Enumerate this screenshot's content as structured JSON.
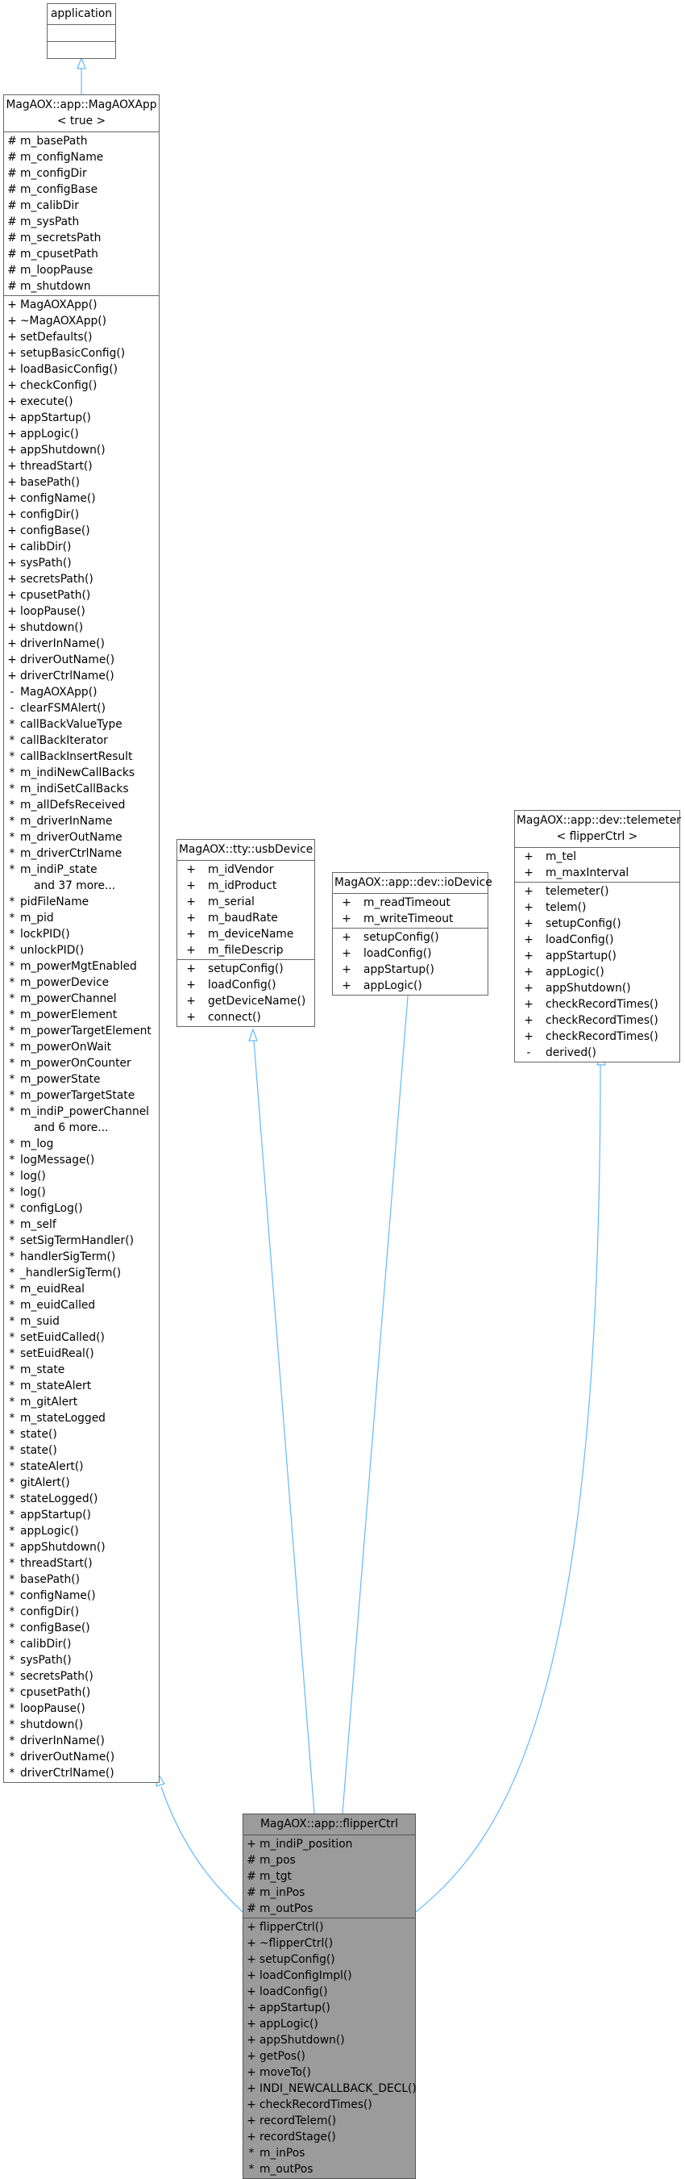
{
  "colors": {
    "edge": "#63b8ff",
    "border": "#666666",
    "focus_fill": "#9b9b9b"
  },
  "classes": {
    "application": {
      "title": [
        "application"
      ]
    },
    "magaoxapp": {
      "title": [
        "MagAOX::app::MagAOXApp",
        "< true >"
      ],
      "attributes": [
        {
          "v": "#",
          "n": "m_basePath"
        },
        {
          "v": "#",
          "n": "m_configName"
        },
        {
          "v": "#",
          "n": "m_configDir"
        },
        {
          "v": "#",
          "n": "m_configBase"
        },
        {
          "v": "#",
          "n": "m_calibDir"
        },
        {
          "v": "#",
          "n": "m_sysPath"
        },
        {
          "v": "#",
          "n": "m_secretsPath"
        },
        {
          "v": "#",
          "n": "m_cpusetPath"
        },
        {
          "v": "#",
          "n": "m_loopPause"
        },
        {
          "v": "#",
          "n": "m_shutdown"
        }
      ],
      "methods": [
        {
          "v": "+",
          "n": "MagAOXApp()"
        },
        {
          "v": "+",
          "n": "~MagAOXApp()"
        },
        {
          "v": "+",
          "n": "setDefaults()"
        },
        {
          "v": "+",
          "n": "setupBasicConfig()"
        },
        {
          "v": "+",
          "n": "loadBasicConfig()"
        },
        {
          "v": "+",
          "n": "checkConfig()"
        },
        {
          "v": "+",
          "n": "execute()"
        },
        {
          "v": "+",
          "n": "appStartup()"
        },
        {
          "v": "+",
          "n": "appLogic()"
        },
        {
          "v": "+",
          "n": "appShutdown()"
        },
        {
          "v": "+",
          "n": "threadStart()"
        },
        {
          "v": "+",
          "n": "basePath()"
        },
        {
          "v": "+",
          "n": "configName()"
        },
        {
          "v": "+",
          "n": "configDir()"
        },
        {
          "v": "+",
          "n": "configBase()"
        },
        {
          "v": "+",
          "n": "calibDir()"
        },
        {
          "v": "+",
          "n": "sysPath()"
        },
        {
          "v": "+",
          "n": "secretsPath()"
        },
        {
          "v": "+",
          "n": "cpusetPath()"
        },
        {
          "v": "+",
          "n": "loopPause()"
        },
        {
          "v": "+",
          "n": "shutdown()"
        },
        {
          "v": "+",
          "n": "driverInName()"
        },
        {
          "v": "+",
          "n": "driverOutName()"
        },
        {
          "v": "+",
          "n": "driverCtrlName()"
        },
        {
          "v": "-",
          "n": "MagAOXApp()"
        },
        {
          "v": "-",
          "n": "clearFSMAlert()"
        },
        {
          "v": "*",
          "n": "callBackValueType"
        },
        {
          "v": "*",
          "n": "callBackIterator"
        },
        {
          "v": "*",
          "n": "callBackInsertResult"
        },
        {
          "v": "*",
          "n": "m_indiNewCallBacks"
        },
        {
          "v": "*",
          "n": "m_indiSetCallBacks"
        },
        {
          "v": "*",
          "n": "m_allDefsReceived"
        },
        {
          "v": "*",
          "n": "m_driverInName"
        },
        {
          "v": "*",
          "n": "m_driverOutName"
        },
        {
          "v": "*",
          "n": "m_driverCtrlName"
        },
        {
          "v": "*",
          "n": "m_indiP_state"
        },
        {
          "v": "",
          "n": "and 37 more...",
          "more": true
        },
        {
          "v": "*",
          "n": "pidFileName"
        },
        {
          "v": "*",
          "n": "m_pid"
        },
        {
          "v": "*",
          "n": "lockPID()"
        },
        {
          "v": "*",
          "n": "unlockPID()"
        },
        {
          "v": "*",
          "n": "m_powerMgtEnabled"
        },
        {
          "v": "*",
          "n": "m_powerDevice"
        },
        {
          "v": "*",
          "n": "m_powerChannel"
        },
        {
          "v": "*",
          "n": "m_powerElement"
        },
        {
          "v": "*",
          "n": "m_powerTargetElement"
        },
        {
          "v": "*",
          "n": "m_powerOnWait"
        },
        {
          "v": "*",
          "n": "m_powerOnCounter"
        },
        {
          "v": "*",
          "n": "m_powerState"
        },
        {
          "v": "*",
          "n": "m_powerTargetState"
        },
        {
          "v": "*",
          "n": "m_indiP_powerChannel"
        },
        {
          "v": "",
          "n": "and 6 more...",
          "more": true
        },
        {
          "v": "*",
          "n": "m_log"
        },
        {
          "v": "*",
          "n": "logMessage()"
        },
        {
          "v": "*",
          "n": "log()"
        },
        {
          "v": "*",
          "n": "log()"
        },
        {
          "v": "*",
          "n": "configLog()"
        },
        {
          "v": "*",
          "n": "m_self"
        },
        {
          "v": "*",
          "n": "setSigTermHandler()"
        },
        {
          "v": "*",
          "n": "handlerSigTerm()"
        },
        {
          "v": "*",
          "n": "_handlerSigTerm()"
        },
        {
          "v": "*",
          "n": "m_euidReal"
        },
        {
          "v": "*",
          "n": "m_euidCalled"
        },
        {
          "v": "*",
          "n": "m_suid"
        },
        {
          "v": "*",
          "n": "setEuidCalled()"
        },
        {
          "v": "*",
          "n": "setEuidReal()"
        },
        {
          "v": "*",
          "n": "m_state"
        },
        {
          "v": "*",
          "n": "m_stateAlert"
        },
        {
          "v": "*",
          "n": "m_gitAlert"
        },
        {
          "v": "*",
          "n": "m_stateLogged"
        },
        {
          "v": "*",
          "n": "state()"
        },
        {
          "v": "*",
          "n": "state()"
        },
        {
          "v": "*",
          "n": "stateAlert()"
        },
        {
          "v": "*",
          "n": "gitAlert()"
        },
        {
          "v": "*",
          "n": "stateLogged()"
        },
        {
          "v": "*",
          "n": "appStartup()"
        },
        {
          "v": "*",
          "n": "appLogic()"
        },
        {
          "v": "*",
          "n": "appShutdown()"
        },
        {
          "v": "*",
          "n": "threadStart()"
        },
        {
          "v": "*",
          "n": "basePath()"
        },
        {
          "v": "*",
          "n": "configName()"
        },
        {
          "v": "*",
          "n": "configDir()"
        },
        {
          "v": "*",
          "n": "configBase()"
        },
        {
          "v": "*",
          "n": "calibDir()"
        },
        {
          "v": "*",
          "n": "sysPath()"
        },
        {
          "v": "*",
          "n": "secretsPath()"
        },
        {
          "v": "*",
          "n": "cpusetPath()"
        },
        {
          "v": "*",
          "n": "loopPause()"
        },
        {
          "v": "*",
          "n": "shutdown()"
        },
        {
          "v": "*",
          "n": "driverInName()"
        },
        {
          "v": "*",
          "n": "driverOutName()"
        },
        {
          "v": "*",
          "n": "driverCtrlName()"
        }
      ]
    },
    "usbdevice": {
      "title": [
        "MagAOX::tty::usbDevice"
      ],
      "attributes": [
        {
          "v": "+",
          "n": "m_idVendor"
        },
        {
          "v": "+",
          "n": "m_idProduct"
        },
        {
          "v": "+",
          "n": "m_serial"
        },
        {
          "v": "+",
          "n": "m_baudRate"
        },
        {
          "v": "+",
          "n": "m_deviceName"
        },
        {
          "v": "+",
          "n": "m_fileDescrip"
        }
      ],
      "methods": [
        {
          "v": "+",
          "n": "setupConfig()"
        },
        {
          "v": "+",
          "n": "loadConfig()"
        },
        {
          "v": "+",
          "n": "getDeviceName()"
        },
        {
          "v": "+",
          "n": "connect()"
        }
      ]
    },
    "iodevice": {
      "title": [
        "MagAOX::app::dev::ioDevice"
      ],
      "attributes": [
        {
          "v": "+",
          "n": "m_readTimeout"
        },
        {
          "v": "+",
          "n": "m_writeTimeout"
        }
      ],
      "methods": [
        {
          "v": "+",
          "n": "setupConfig()"
        },
        {
          "v": "+",
          "n": "loadConfig()"
        },
        {
          "v": "+",
          "n": "appStartup()"
        },
        {
          "v": "+",
          "n": "appLogic()"
        }
      ]
    },
    "telemeter": {
      "title": [
        "MagAOX::app::dev::telemeter",
        "< flipperCtrl >"
      ],
      "attributes": [
        {
          "v": "+",
          "n": "m_tel"
        },
        {
          "v": "+",
          "n": "m_maxInterval"
        }
      ],
      "methods": [
        {
          "v": "+",
          "n": "telemeter()"
        },
        {
          "v": "+",
          "n": "telem()"
        },
        {
          "v": "+",
          "n": "setupConfig()"
        },
        {
          "v": "+",
          "n": "loadConfig()"
        },
        {
          "v": "+",
          "n": "appStartup()"
        },
        {
          "v": "+",
          "n": "appLogic()"
        },
        {
          "v": "+",
          "n": "appShutdown()"
        },
        {
          "v": "+",
          "n": "checkRecordTimes()"
        },
        {
          "v": "+",
          "n": "checkRecordTimes()"
        },
        {
          "v": "+",
          "n": "checkRecordTimes()"
        },
        {
          "v": "-",
          "n": "derived()"
        }
      ]
    },
    "flipperctrl": {
      "title": [
        "MagAOX::app::flipperCtrl"
      ],
      "attributes": [
        {
          "v": "+",
          "n": "m_indiP_position"
        },
        {
          "v": "#",
          "n": "m_pos"
        },
        {
          "v": "#",
          "n": "m_tgt"
        },
        {
          "v": "#",
          "n": "m_inPos"
        },
        {
          "v": "#",
          "n": "m_outPos"
        }
      ],
      "methods": [
        {
          "v": "+",
          "n": "flipperCtrl()"
        },
        {
          "v": "+",
          "n": "~flipperCtrl()"
        },
        {
          "v": "+",
          "n": "setupConfig()"
        },
        {
          "v": "+",
          "n": "loadConfigImpl()"
        },
        {
          "v": "+",
          "n": "loadConfig()"
        },
        {
          "v": "+",
          "n": "appStartup()"
        },
        {
          "v": "+",
          "n": "appLogic()"
        },
        {
          "v": "+",
          "n": "appShutdown()"
        },
        {
          "v": "+",
          "n": "getPos()"
        },
        {
          "v": "+",
          "n": "moveTo()"
        },
        {
          "v": "+",
          "n": "INDI_NEWCALLBACK_DECL()"
        },
        {
          "v": "+",
          "n": "checkRecordTimes()"
        },
        {
          "v": "+",
          "n": "recordTelem()"
        },
        {
          "v": "+",
          "n": "recordStage()"
        },
        {
          "v": "*",
          "n": "m_inPos"
        },
        {
          "v": "*",
          "n": "m_outPos"
        }
      ]
    }
  }
}
